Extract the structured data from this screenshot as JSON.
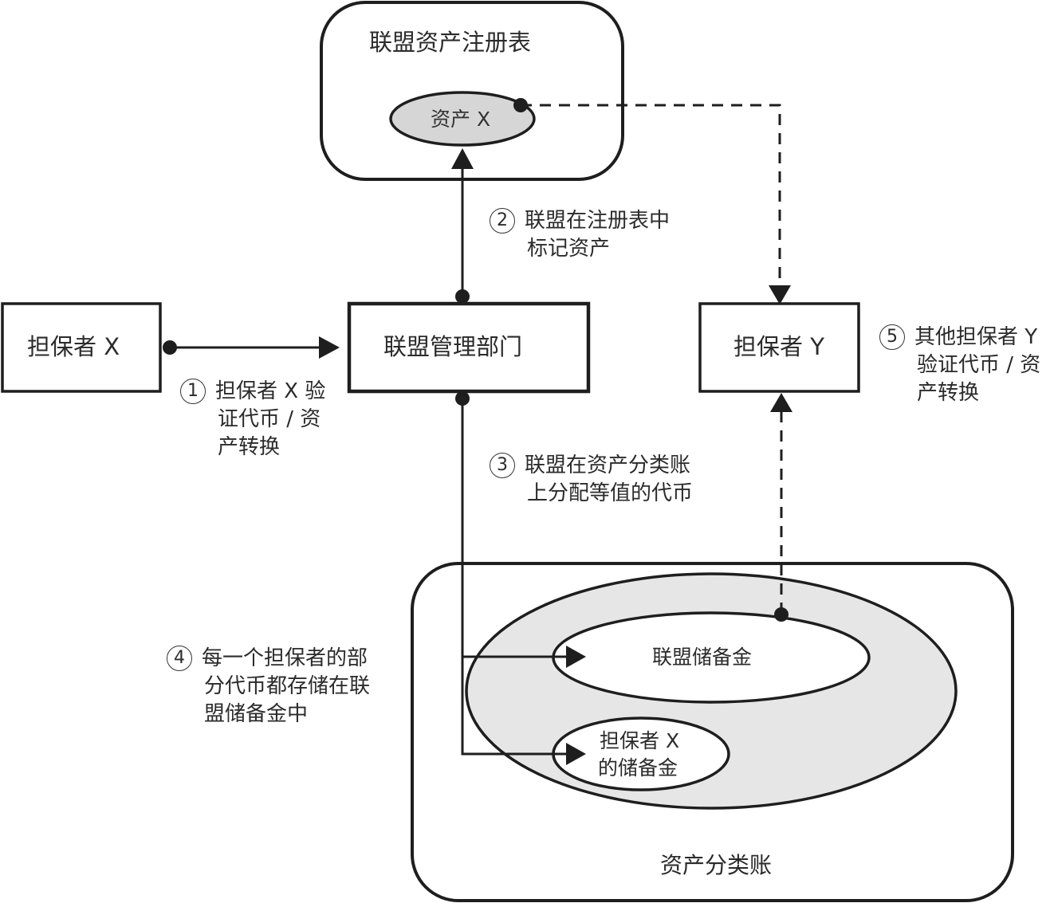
{
  "diagram": {
    "nodes": {
      "registry": {
        "title": "联盟资产注册表",
        "asset": "资产 X"
      },
      "guarantor_x": {
        "label": "担保者 X"
      },
      "consortium_mgmt": {
        "label": "联盟管理部门"
      },
      "guarantor_y": {
        "label": "担保者 Y"
      },
      "ledger": {
        "title": "资产分类账",
        "consortium_reserve": "联盟储备金",
        "guarantor_x_reserve_line1": "担保者 X",
        "guarantor_x_reserve_line2": "的储备金"
      }
    },
    "steps": [
      {
        "num": "1",
        "lines": [
          "担保者 X 验",
          "证代币 / 资",
          "产转换"
        ]
      },
      {
        "num": "2",
        "lines": [
          "联盟在注册表中",
          "标记资产"
        ]
      },
      {
        "num": "3",
        "lines": [
          "联盟在资产分类账",
          "上分配等值的代币"
        ]
      },
      {
        "num": "4",
        "lines": [
          "每一个担保者的部",
          "分代币都存储在联",
          "盟储备金中"
        ]
      },
      {
        "num": "5",
        "lines": [
          "其他担保者 Y",
          "验证代币 / 资",
          "产转换"
        ]
      }
    ],
    "colors": {
      "stroke": "#1e1e1e",
      "asset_fill": "#d6d6d6",
      "ledger_fill": "#e6e6e6",
      "background": "#ffffff"
    }
  }
}
